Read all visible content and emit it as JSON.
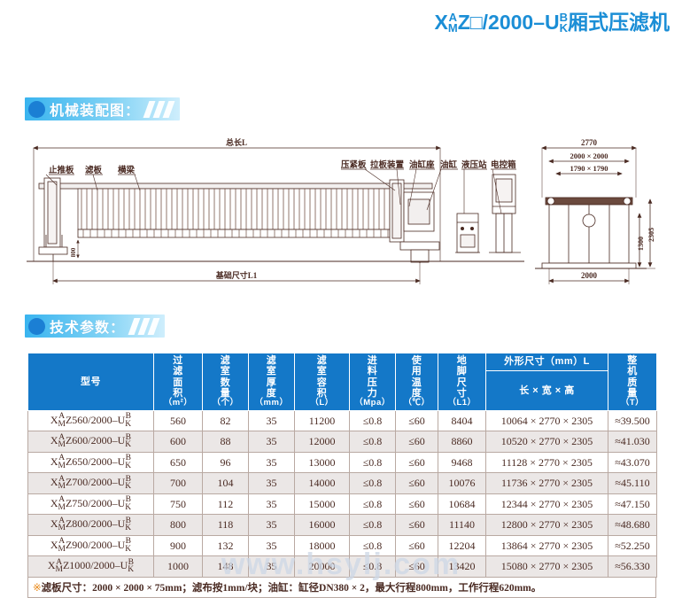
{
  "title": {
    "prefix": "X",
    "sub_a": "A",
    "sub_m": "M",
    "mid": "Z□/2000–U",
    "sup_b": "B",
    "sup_k": "K",
    "suffix": "厢式压滤机"
  },
  "sections": [
    {
      "label": "机械装配图："
    },
    {
      "label": "技术参数："
    }
  ],
  "drawing": {
    "callouts_left": [
      "止推板",
      "滤板",
      "横梁"
    ],
    "callouts_right": [
      "压紧板",
      "拉板装置",
      "油缸座",
      "油缸",
      "液压站",
      "电控箱"
    ],
    "dim_total_length": "总长L",
    "dim_foundation": "基础尺寸L1",
    "dim_left_height": "800",
    "end_view": {
      "dim_outer_width": "2770",
      "dim_plate": "2000 × 2000",
      "dim_inner": "1790 × 1790",
      "dim_height_outer": "2305",
      "dim_height_inner": "1300",
      "dim_base_width": "2000"
    }
  },
  "table": {
    "headers": [
      {
        "label": "型号",
        "unit": ""
      },
      {
        "label": "过滤\n面积",
        "unit": "（m²）"
      },
      {
        "label": "滤室\n数量",
        "unit": "（个）"
      },
      {
        "label": "滤室\n厚度",
        "unit": "（mm）"
      },
      {
        "label": "滤室\n容积",
        "unit": "（L）"
      },
      {
        "label": "进料\n压力",
        "unit": "（Mpa）"
      },
      {
        "label": "使用\n温度",
        "unit": "（℃）"
      },
      {
        "label": "地脚\n尺寸",
        "unit": "（L1）"
      },
      {
        "label": "外形尺寸（mm）L",
        "unit": "长 × 宽 × 高"
      },
      {
        "label": "整机\n质量",
        "unit": "（T）"
      }
    ],
    "rows": [
      {
        "model_num": "560",
        "filter_area": "560",
        "chamber_count": "82",
        "chamber_thickness": "35",
        "chamber_volume": "11200",
        "feed_pressure": "≤0.8",
        "temperature": "≤60",
        "foot_size": "8404",
        "overall_dim": "10064 × 2770 × 2305",
        "mass": "≈39.500"
      },
      {
        "model_num": "600",
        "filter_area": "600",
        "chamber_count": "88",
        "chamber_thickness": "35",
        "chamber_volume": "12000",
        "feed_pressure": "≤0.8",
        "temperature": "≤60",
        "foot_size": "8860",
        "overall_dim": "10520 × 2770 × 2305",
        "mass": "≈41.030"
      },
      {
        "model_num": "650",
        "filter_area": "650",
        "chamber_count": "96",
        "chamber_thickness": "35",
        "chamber_volume": "13000",
        "feed_pressure": "≤0.8",
        "temperature": "≤60",
        "foot_size": "9468",
        "overall_dim": "11128 × 2770 × 2305",
        "mass": "≈43.070"
      },
      {
        "model_num": "700",
        "filter_area": "700",
        "chamber_count": "104",
        "chamber_thickness": "35",
        "chamber_volume": "14000",
        "feed_pressure": "≤0.8",
        "temperature": "≤60",
        "foot_size": "10076",
        "overall_dim": "11736 × 2770 × 2305",
        "mass": "≈45.110"
      },
      {
        "model_num": "750",
        "filter_area": "750",
        "chamber_count": "112",
        "chamber_thickness": "35",
        "chamber_volume": "15000",
        "feed_pressure": "≤0.8",
        "temperature": "≤60",
        "foot_size": "10684",
        "overall_dim": "12344 × 2770 × 2305",
        "mass": "≈47.150"
      },
      {
        "model_num": "800",
        "filter_area": "800",
        "chamber_count": "118",
        "chamber_thickness": "35",
        "chamber_volume": "16000",
        "feed_pressure": "≤0.8",
        "temperature": "≤60",
        "foot_size": "11140",
        "overall_dim": "12800 × 2770 × 2305",
        "mass": "≈48.680"
      },
      {
        "model_num": "900",
        "filter_area": "900",
        "chamber_count": "132",
        "chamber_thickness": "35",
        "chamber_volume": "18000",
        "feed_pressure": "≤0.8",
        "temperature": "≤60",
        "foot_size": "12204",
        "overall_dim": "13864 × 2770 × 2305",
        "mass": "≈52.250"
      },
      {
        "model_num": "1000",
        "filter_area": "1000",
        "chamber_count": "148",
        "chamber_thickness": "35",
        "chamber_volume": "20000",
        "feed_pressure": "≤0.8",
        "temperature": "≤60",
        "foot_size": "13420",
        "overall_dim": "15080 × 2770 × 2305",
        "mass": "≈56.330"
      }
    ],
    "model_prefix": "X",
    "model_sub_a": "A",
    "model_sub_m": "M",
    "model_mid_left": "Z",
    "model_mid_right": "/2000–U",
    "model_sup_b": "B",
    "model_sup_k": "K",
    "footnote_star": "※",
    "footnote": "滤板尺寸：2000 × 2000 × 75mm；滤布按1mm/块；油缸：缸径DN380 × 2，最大行程800mm，工作行程620mm。"
  },
  "watermark": "www.hsylj.com",
  "colors": {
    "brand_blue": "#1b8ed6",
    "header_blue": "#1478c8",
    "table_text": "#4a2a22",
    "row_alt": "#ebe7e6"
  }
}
